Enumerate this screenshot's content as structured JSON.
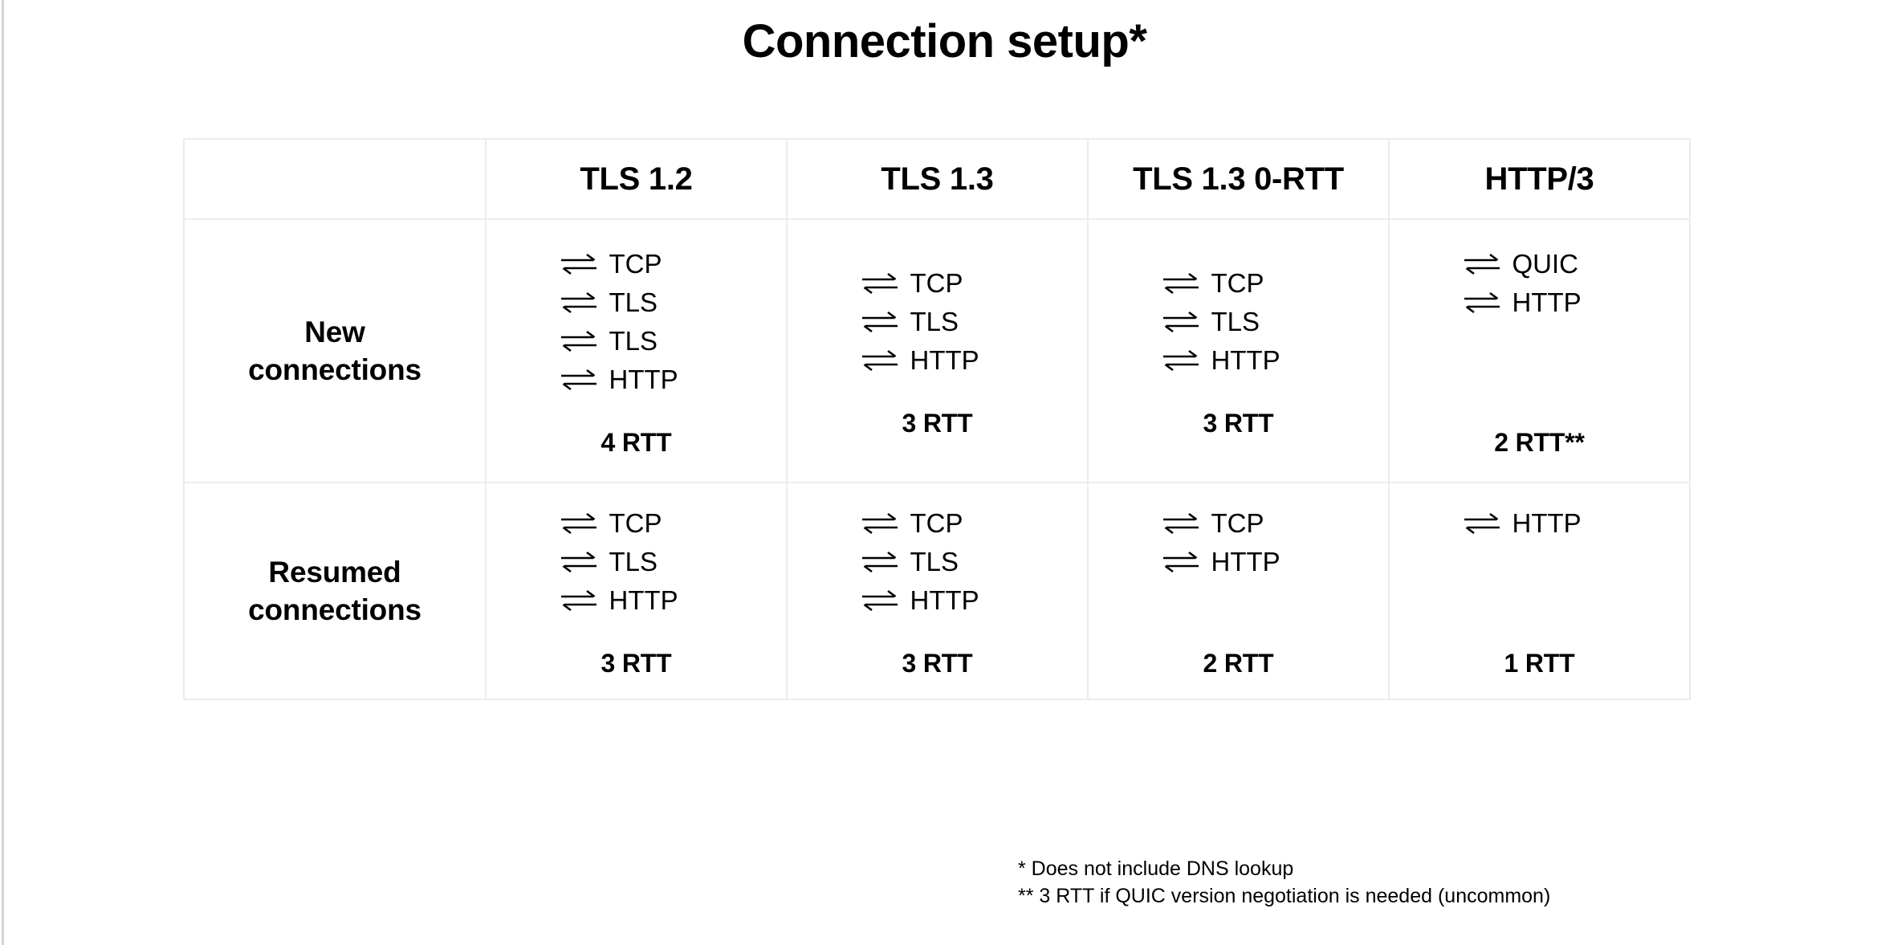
{
  "title": "Connection setup*",
  "table": {
    "corner_header": "",
    "columns": [
      "TLS 1.2",
      "TLS 1.3",
      "TLS 1.3 0-RTT",
      "HTTP/3"
    ],
    "rows": [
      {
        "label_line1": "New",
        "label_line2": "connections",
        "cells": [
          {
            "steps": [
              "TCP",
              "TLS",
              "TLS",
              "HTTP"
            ],
            "rtt": "4 RTT"
          },
          {
            "steps": [
              "TCP",
              "TLS",
              "HTTP"
            ],
            "rtt": "3 RTT"
          },
          {
            "steps": [
              "TCP",
              "TLS",
              "HTTP"
            ],
            "rtt": "3 RTT"
          },
          {
            "steps": [
              "QUIC",
              "HTTP"
            ],
            "rtt": "2 RTT**"
          }
        ]
      },
      {
        "label_line1": "Resumed",
        "label_line2": "connections",
        "cells": [
          {
            "steps": [
              "TCP",
              "TLS",
              "HTTP"
            ],
            "rtt": "3 RTT"
          },
          {
            "steps": [
              "TCP",
              "TLS",
              "HTTP"
            ],
            "rtt": "3 RTT"
          },
          {
            "steps": [
              "TCP",
              "HTTP"
            ],
            "rtt": "2 RTT"
          },
          {
            "steps": [
              "HTTP"
            ],
            "rtt": "1 RTT"
          }
        ]
      }
    ]
  },
  "icons": {
    "roundtrip": "bidirectional-roundtrip-arrow-icon"
  },
  "footnotes": [
    "* Does not include DNS lookup",
    "** 3 RTT if QUIC version negotiation is needed (uncommon)"
  ],
  "colors": {
    "background": "#ffffff",
    "text": "#000000",
    "border": "#ececec",
    "slide_edge": "#d2d3d5"
  }
}
